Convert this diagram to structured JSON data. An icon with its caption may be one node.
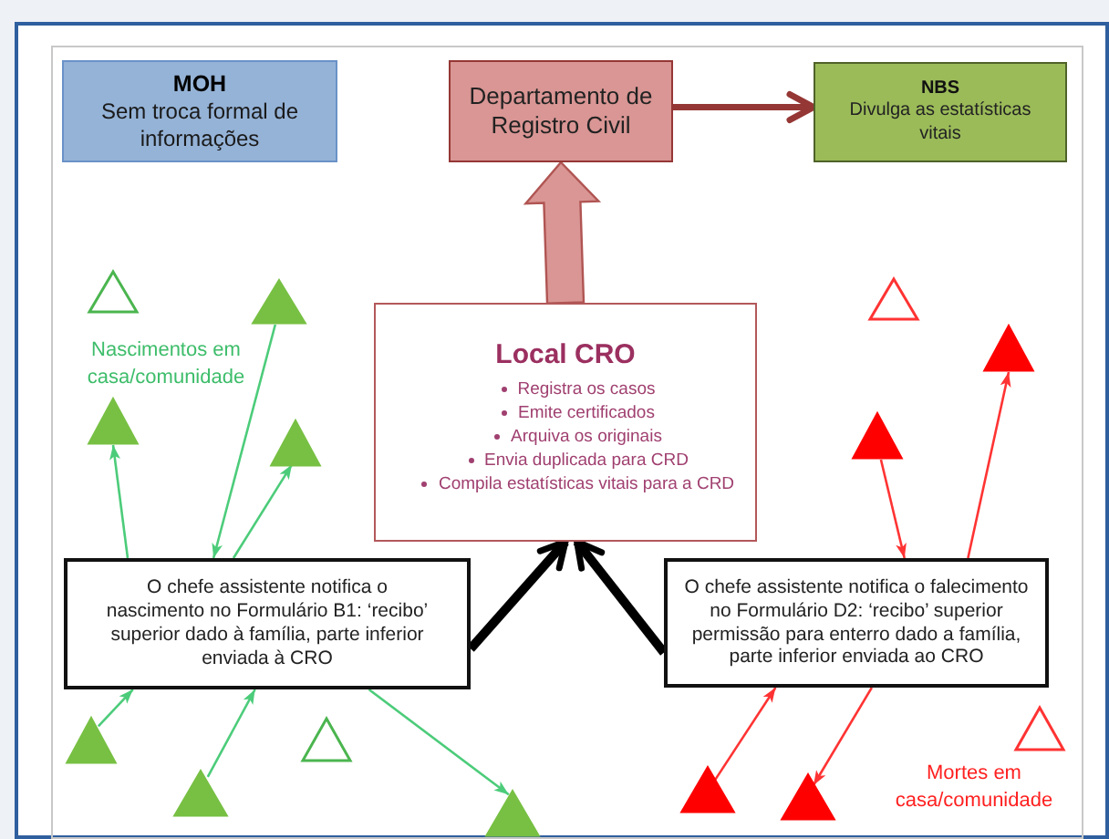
{
  "diagram": {
    "nodes": [
      {
        "text": [
          "MOH",
          "Sem troca formal de informações"
        ]
      },
      {
        "text": [
          "Departamento de Registro Civil"
        ]
      },
      {
        "text": [
          "NBS",
          "Divulga as estatísticas vitais"
        ]
      },
      {
        "text": [
          "Local CRO",
          "Registra os casos",
          "Emite certificados",
          "Arquiva os originais",
          "Envia duplicada para CRD",
          "Compila estatísticas vitais para a CRD"
        ]
      },
      {
        "text": [
          "O chefe assistente notifica o nascimento no Formulário B1: ‘recibo’ superior dado à família, parte inferior enviada à CRO"
        ]
      },
      {
        "text": [
          "O chefe assistente notifica o falecimento no Formulário D2: ‘recibo’ superior permissão para enterro dado a família, parte inferior enviada ao CRO"
        ]
      },
      {
        "text": [],
        "shape": "triangle"
      },
      {
        "text": [],
        "shape": "triangle"
      },
      {
        "text": [],
        "shape": "triangle"
      },
      {
        "text": [],
        "shape": "triangle"
      },
      {
        "text": [],
        "shape": "triangle"
      },
      {
        "text": [],
        "shape": "triangle"
      },
      {
        "text": [],
        "shape": "triangle"
      },
      {
        "text": [],
        "shape": "triangle"
      },
      {
        "text": [],
        "shape": "triangle"
      },
      {
        "text": [],
        "shape": "triangle"
      },
      {
        "text": [],
        "shape": "triangle"
      },
      {
        "text": [],
        "shape": "triangle"
      },
      {
        "text": [],
        "shape": "triangle"
      },
      {
        "text": [],
        "shape": "triangle"
      }
    ],
    "edges": [
      {
        "from": 4,
        "to": 8,
        "arrow": "to"
      },
      {
        "from": 7,
        "to": 4,
        "arrow": "to"
      },
      {
        "from": 4,
        "to": 9,
        "arrow": "to"
      },
      {
        "from": 10,
        "to": 4,
        "arrow": "to"
      },
      {
        "from": 11,
        "to": 4,
        "arrow": "to"
      },
      {
        "from": 4,
        "to": 13,
        "arrow": "to"
      },
      {
        "from": 16,
        "to": 5,
        "arrow": "to",
        "color": "#ff3333"
      },
      {
        "from": 5,
        "to": 15,
        "arrow": "to",
        "color": "#ff3333"
      },
      {
        "from": 18,
        "to": 5,
        "arrow": "to",
        "color": "#ff3333"
      },
      {
        "from": 5,
        "to": 19,
        "arrow": "to",
        "color": "#ff3333"
      },
      {
        "from": 4,
        "to": 3,
        "arrow": "to",
        "style": "thick",
        "color": "#000000"
      },
      {
        "from": 5,
        "to": 3,
        "arrow": "to",
        "style": "thick",
        "color": "#000000"
      },
      {
        "from": 3,
        "to": 1,
        "arrow": "to",
        "style": "thick",
        "color": "#d99694"
      },
      {
        "from": 1,
        "to": 2,
        "arrow": "to",
        "style": "thick",
        "color": "#953735"
      }
    ],
    "labels": [
      "Nascimentos em casa/comunidade",
      "Mortes em casa/comunidade"
    ]
  }
}
